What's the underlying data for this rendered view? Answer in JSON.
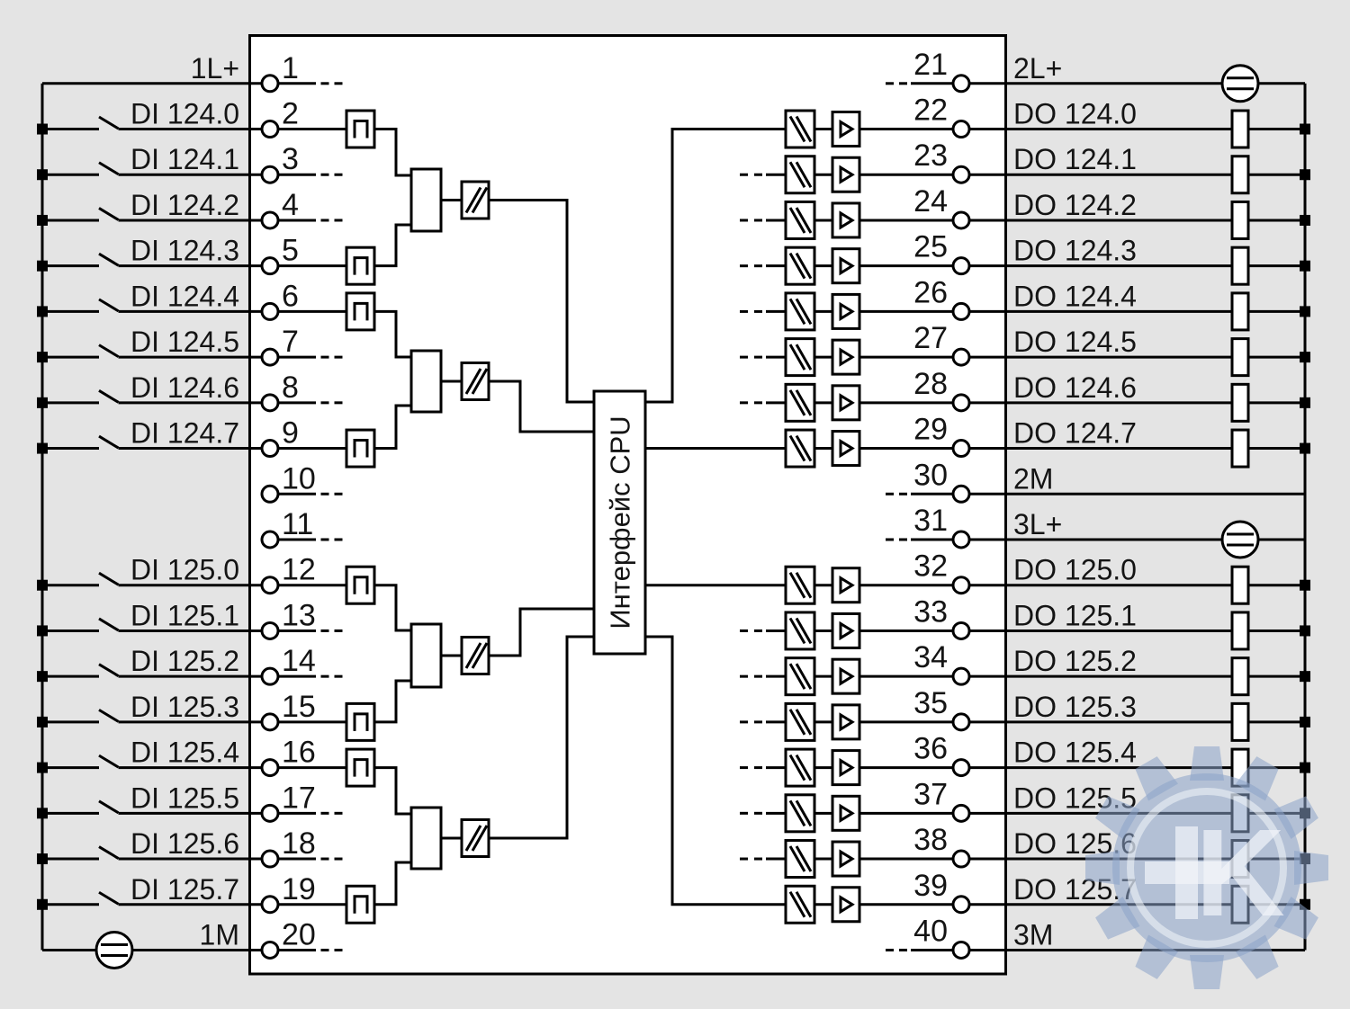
{
  "diagram": {
    "cpu_label": "Интерфейс CPU",
    "watermark_letter": "K",
    "colors": {
      "background": "#e4e4e4",
      "module_fill": "#fefefe",
      "line": "#000000",
      "text": "#141414",
      "watermark_blue": "#8aa3c8",
      "watermark_light": "#f2f5fa"
    },
    "left_rows": [
      {
        "terminal": "1",
        "label": "1L+",
        "kind": "supply"
      },
      {
        "terminal": "2",
        "label": "DI 124.0",
        "kind": "di",
        "filter": true
      },
      {
        "terminal": "3",
        "label": "DI 124.1",
        "kind": "di",
        "filter": false
      },
      {
        "terminal": "4",
        "label": "DI 124.2",
        "kind": "di",
        "filter": false
      },
      {
        "terminal": "5",
        "label": "DI 124.3",
        "kind": "di",
        "filter": true
      },
      {
        "terminal": "6",
        "label": "DI 124.4",
        "kind": "di",
        "filter": true
      },
      {
        "terminal": "7",
        "label": "DI 124.5",
        "kind": "di",
        "filter": false
      },
      {
        "terminal": "8",
        "label": "DI 124.6",
        "kind": "di",
        "filter": false
      },
      {
        "terminal": "9",
        "label": "DI 124.7",
        "kind": "di",
        "filter": true
      },
      {
        "terminal": "10",
        "label": "",
        "kind": "nc"
      },
      {
        "terminal": "11",
        "label": "",
        "kind": "nc"
      },
      {
        "terminal": "12",
        "label": "DI 125.0",
        "kind": "di",
        "filter": true
      },
      {
        "terminal": "13",
        "label": "DI 125.1",
        "kind": "di",
        "filter": false
      },
      {
        "terminal": "14",
        "label": "DI 125.2",
        "kind": "di",
        "filter": false
      },
      {
        "terminal": "15",
        "label": "DI 125.3",
        "kind": "di",
        "filter": true
      },
      {
        "terminal": "16",
        "label": "DI 125.4",
        "kind": "di",
        "filter": true
      },
      {
        "terminal": "17",
        "label": "DI 125.5",
        "kind": "di",
        "filter": false
      },
      {
        "terminal": "18",
        "label": "DI 125.6",
        "kind": "di",
        "filter": false
      },
      {
        "terminal": "19",
        "label": "DI 125.7",
        "kind": "di",
        "filter": true
      },
      {
        "terminal": "20",
        "label": "1M",
        "kind": "m-supply"
      }
    ],
    "right_rows": [
      {
        "terminal": "21",
        "label": "2L+",
        "kind": "supply"
      },
      {
        "terminal": "22",
        "label": "DO 124.0",
        "kind": "do",
        "wired": true
      },
      {
        "terminal": "23",
        "label": "DO 124.1",
        "kind": "do",
        "wired": false
      },
      {
        "terminal": "24",
        "label": "DO 124.2",
        "kind": "do",
        "wired": false
      },
      {
        "terminal": "25",
        "label": "DO 124.3",
        "kind": "do",
        "wired": false
      },
      {
        "terminal": "26",
        "label": "DO 124.4",
        "kind": "do",
        "wired": false
      },
      {
        "terminal": "27",
        "label": "DO 124.5",
        "kind": "do",
        "wired": false
      },
      {
        "terminal": "28",
        "label": "DO 124.6",
        "kind": "do",
        "wired": false
      },
      {
        "terminal": "29",
        "label": "DO 124.7",
        "kind": "do",
        "wired": true
      },
      {
        "terminal": "30",
        "label": "2M",
        "kind": "m"
      },
      {
        "terminal": "31",
        "label": "3L+",
        "kind": "supply"
      },
      {
        "terminal": "32",
        "label": "DO 125.0",
        "kind": "do",
        "wired": true
      },
      {
        "terminal": "33",
        "label": "DO 125.1",
        "kind": "do",
        "wired": false
      },
      {
        "terminal": "34",
        "label": "DO 125.2",
        "kind": "do",
        "wired": false
      },
      {
        "terminal": "35",
        "label": "DO 125.3",
        "kind": "do",
        "wired": false
      },
      {
        "terminal": "36",
        "label": "DO 125.4",
        "kind": "do",
        "wired": false
      },
      {
        "terminal": "37",
        "label": "DO 125.5",
        "kind": "do",
        "wired": false
      },
      {
        "terminal": "38",
        "label": "DO 125.6",
        "kind": "do",
        "wired": false
      },
      {
        "terminal": "39",
        "label": "DO 125.7",
        "kind": "do",
        "wired": true
      },
      {
        "terminal": "40",
        "label": "3M",
        "kind": "m"
      }
    ]
  }
}
